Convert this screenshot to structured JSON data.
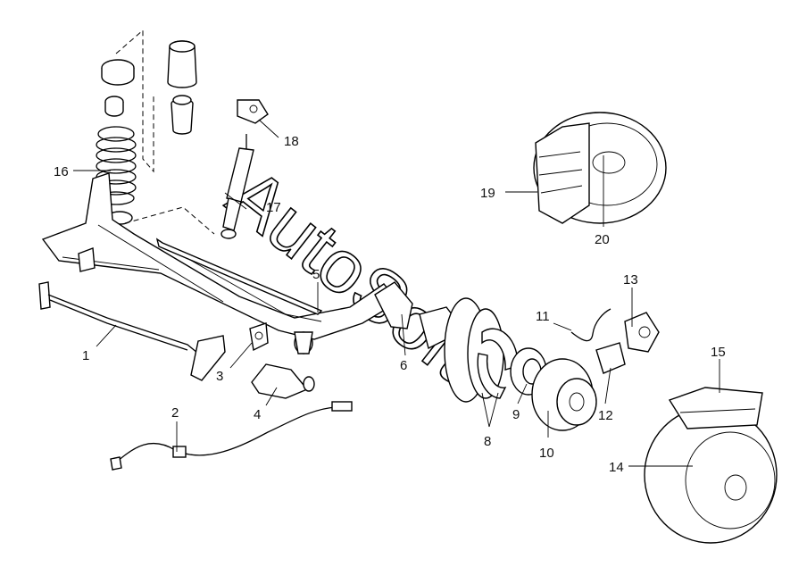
{
  "watermark": "AutoSoft",
  "callouts": [
    "1",
    "2",
    "3",
    "4",
    "5",
    "6",
    "8",
    "9",
    "10",
    "11",
    "12",
    "13",
    "14",
    "15",
    "16",
    "17",
    "18",
    "19",
    "20"
  ],
  "colors": {
    "line": "#000000",
    "background": "#ffffff"
  }
}
